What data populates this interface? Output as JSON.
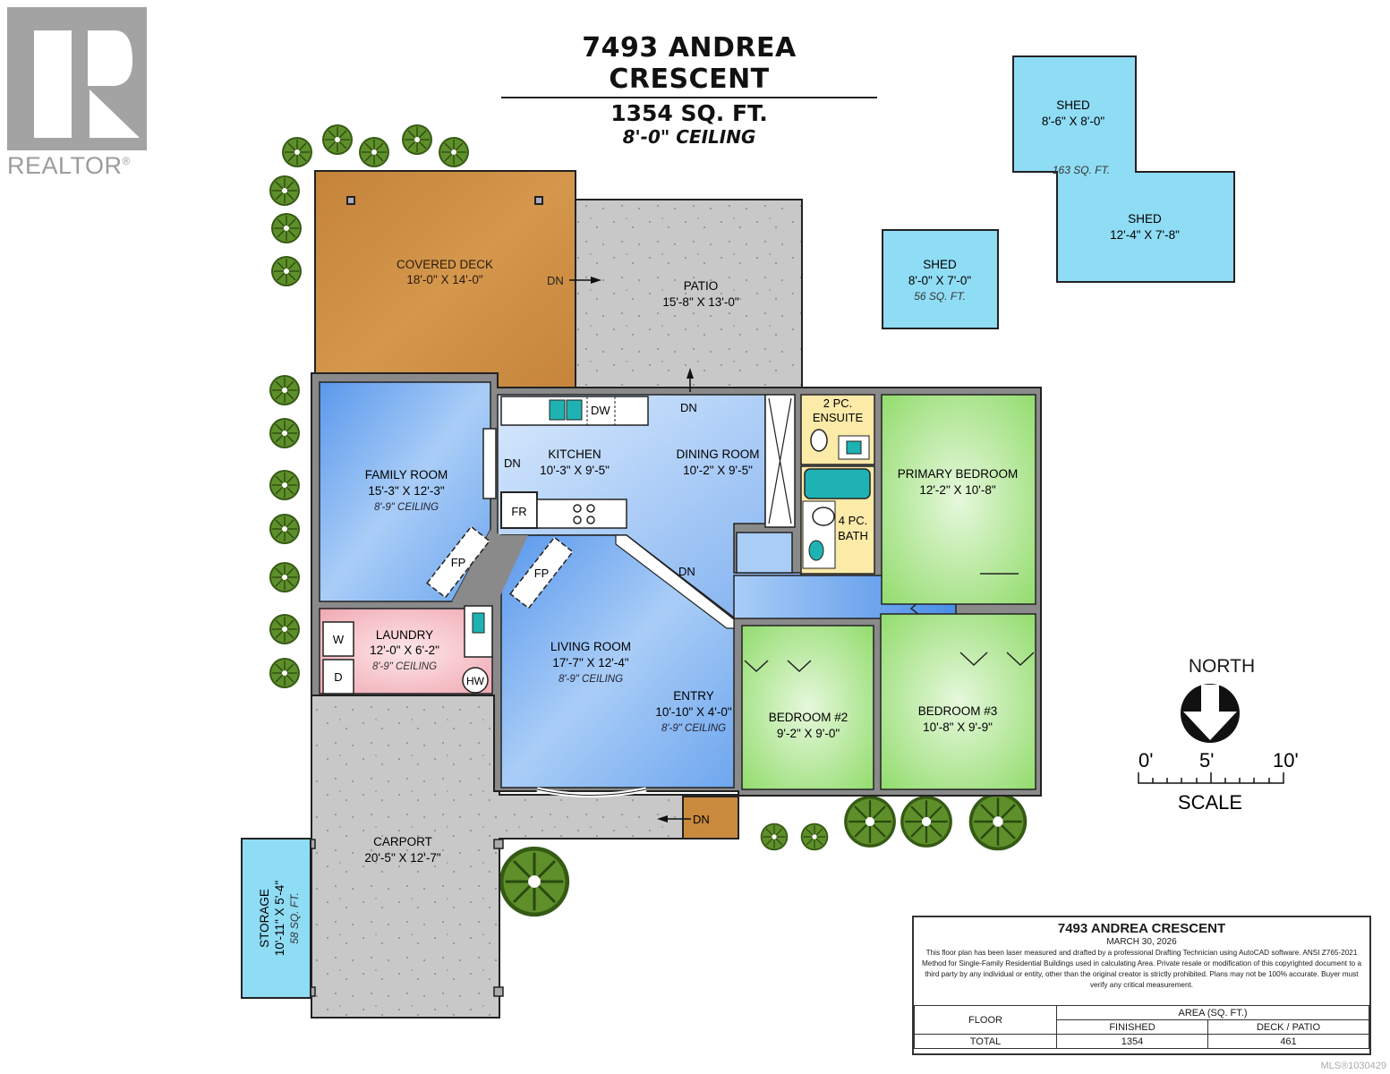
{
  "header": {
    "address": "7493 ANDREA CRESCENT",
    "area": "1354 SQ. FT.",
    "ceiling": "8'-0\" CEILING"
  },
  "logo": {
    "text": "REALTOR",
    "mark": "®"
  },
  "rooms": {
    "covered_deck": {
      "name": "COVERED DECK",
      "dims": "18'-0\" X 14'-0\""
    },
    "patio": {
      "name": "PATIO",
      "dims": "15'-8\" X 13'-0\""
    },
    "family_room": {
      "name": "FAMILY ROOM",
      "dims": "15'-3\" X 12'-3\"",
      "ceiling": "8'-9\" CEILING"
    },
    "kitchen": {
      "name": "KITCHEN",
      "dims": "10'-3\" X 9'-5\""
    },
    "dining_room": {
      "name": "DINING ROOM",
      "dims": "10'-2\" X 9'-5\""
    },
    "ensuite": {
      "name_line1": "2 PC.",
      "name_line2": "ENSUITE"
    },
    "bath": {
      "name_line1": "4 PC.",
      "name_line2": "BATH"
    },
    "primary_bedroom": {
      "name": "PRIMARY BEDROOM",
      "dims": "12'-2\" X 10'-8\""
    },
    "laundry": {
      "name": "LAUNDRY",
      "dims": "12'-0\" X 6'-2\"",
      "ceiling": "8'-9\" CEILING"
    },
    "living_room": {
      "name": "LIVING ROOM",
      "dims": "17'-7\" X 12'-4\"",
      "ceiling": "8'-9\" CEILING"
    },
    "entry": {
      "name": "ENTRY",
      "dims": "10'-10\" X 4'-0\"",
      "ceiling": "8'-9\" CEILING"
    },
    "bedroom2": {
      "name": "BEDROOM #2",
      "dims": "9'-2\" X 9'-0\""
    },
    "bedroom3": {
      "name": "BEDROOM #3",
      "dims": "10'-8\" X 9'-9\""
    },
    "carport": {
      "name": "CARPORT",
      "dims": "20'-5\" X 12'-7\""
    },
    "storage": {
      "name": "STORAGE",
      "dims": "10'-11\" X 5'-4\"",
      "area": "58 SQ. FT."
    },
    "shed_small": {
      "name": "SHED",
      "dims": "8'-0\" X 7'-0\"",
      "area": "56 SQ. FT."
    },
    "shed_a": {
      "name": "SHED",
      "dims": "8'-6\" X 8'-0\""
    },
    "shed_b": {
      "name": "SHED",
      "dims": "12'-4\" X 7'-8\""
    },
    "shed_combined_area": "163 SQ. FT."
  },
  "fixtures": {
    "dw": "DW",
    "fr": "FR",
    "fp": "FP",
    "washer": "W",
    "dryer": "D",
    "hw": "HW",
    "dn": "DN"
  },
  "compass": {
    "label": "NORTH",
    "scale_label": "SCALE",
    "ticks": [
      "0'",
      "5'",
      "10'"
    ]
  },
  "info_box": {
    "title": "7493 ANDREA CRESCENT",
    "date": "MARCH 30, 2026",
    "disclaimer": "This floor plan has been laser measured and drafted by a professional Drafting Technician using AutoCAD software. ANSI Z765-2021 Method for Single-Family Residential Buildings used in calculating Area. Private resale or modification of this copyrighted document to a third party by any individual or entity, other than the original creator is strictly prohibited. Plans may not be 100% accurate.  Buyer must verify any critical measurement.",
    "table": {
      "col_floor": "FLOOR",
      "col_area": "AREA (SQ. FT.)",
      "col_finished": "FINISHED",
      "col_deck": "DECK / PATIO",
      "row_label": "TOTAL",
      "finished": "1354",
      "deck": "461"
    }
  },
  "footer": {
    "mls": "MLS®1030429"
  },
  "colors": {
    "deck": "#c98a3e",
    "concrete": "#c8c8c8",
    "living_blue": "#7fb2f0",
    "bedroom_green": "#a8e08a",
    "laundry_pink": "#f5c6cc",
    "bath_yellow": "#fbeaa8",
    "shed_blue": "#8fdcf5",
    "wall": "#8a8a8a",
    "tree": "#4e7a22"
  }
}
